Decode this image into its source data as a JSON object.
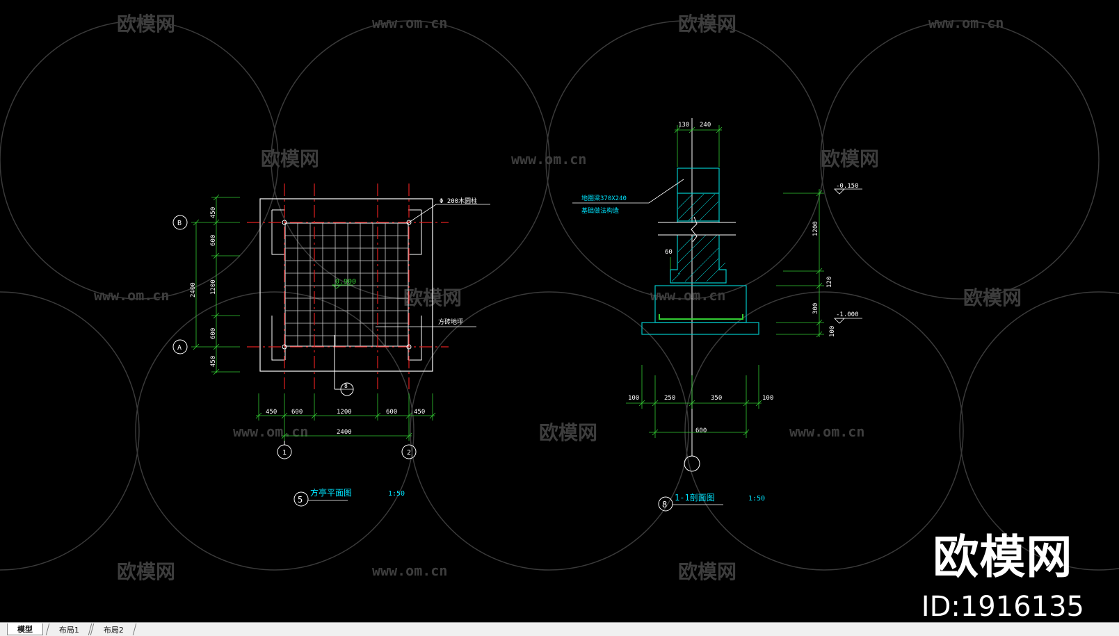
{
  "watermark": {
    "brand_cn": "欧模网",
    "url": "www.om.cn",
    "id_label": "ID:1916135"
  },
  "plan": {
    "grid_b": "B",
    "grid_a": "A",
    "grid_1": "1",
    "grid_2": "2",
    "left_dims": [
      "450",
      "600",
      "1200",
      "600",
      "450"
    ],
    "left_total": "2400",
    "bottom_dims": [
      "450",
      "600",
      "1200",
      "600",
      "450"
    ],
    "bottom_total": "2400",
    "column_note": "Φ 200木圆柱",
    "floor_note": "方砖地坪",
    "level": "0.900",
    "section_marker": "8",
    "title_number": "5",
    "title": "方亭平面图",
    "scale": "1:50"
  },
  "section": {
    "top_dims": [
      "130",
      "240"
    ],
    "wall_note_1": "地圈梁370X240",
    "wall_note_2": "基础做法构造",
    "dim_60": "60",
    "right_dims": [
      "1200",
      "120",
      "300",
      "100"
    ],
    "level_top": "-0.150",
    "level_bottom": "-1.000",
    "bottom_dims": [
      "100",
      "250",
      "350",
      "100"
    ],
    "bottom_total": "600",
    "title_number": "8",
    "title": "1-1剖面图",
    "scale": "1:50"
  },
  "tabs": [
    {
      "label": "模型",
      "active": true
    },
    {
      "label": "布局1",
      "active": false
    },
    {
      "label": "布局2",
      "active": false
    }
  ],
  "colors": {
    "background": "#000000",
    "dimension": "#33cc33",
    "axis": "#e02020",
    "outline": "#ffffff",
    "section_fill": "#00c8c8",
    "annotation": "#00e5ff",
    "watermark": "#3a3a3a"
  }
}
